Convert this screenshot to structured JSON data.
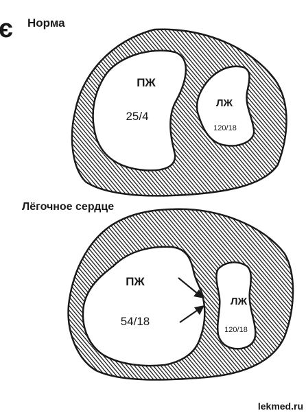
{
  "corner_glyph": "є",
  "panels": [
    {
      "title": "Норма",
      "rv_label": "ПЖ",
      "rv_pressure": "25/4",
      "lv_label": "ЛЖ",
      "lv_pressure": "120/18"
    },
    {
      "title": "Лёгочное сердце",
      "rv_label": "ПЖ",
      "rv_pressure": "54/18",
      "lv_label": "ЛЖ",
      "lv_pressure": "120/18"
    }
  ],
  "watermark": "lekmed.ru",
  "colors": {
    "ink": "#1a1a1a",
    "paper": "#ffffff"
  }
}
